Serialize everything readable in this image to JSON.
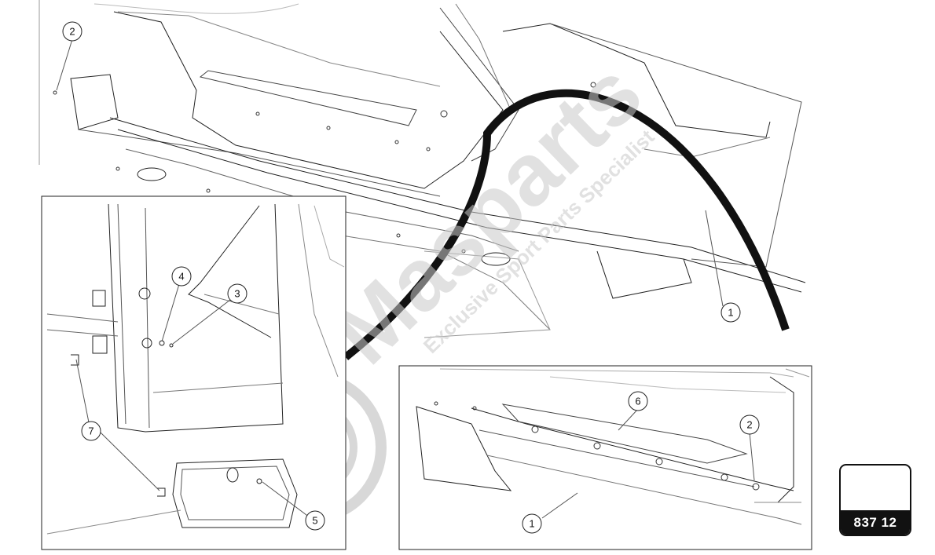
{
  "watermark": {
    "brand": "Masparts",
    "tagline": "Exclusive Sport Parts Specialist"
  },
  "reference": {
    "code": "837 12"
  },
  "callouts": {
    "main": {
      "c1": "1",
      "c2": "2"
    },
    "detail_left": {
      "c3": "3",
      "c4": "4",
      "c5": "5",
      "c7": "7"
    },
    "detail_right": {
      "c1": "1",
      "c2": "2",
      "c6": "6"
    }
  },
  "colors": {
    "line": "#222222",
    "watermark_gray": "#c9c9c9",
    "watermark_red": "#e2404a",
    "label_bg": "#111111"
  }
}
